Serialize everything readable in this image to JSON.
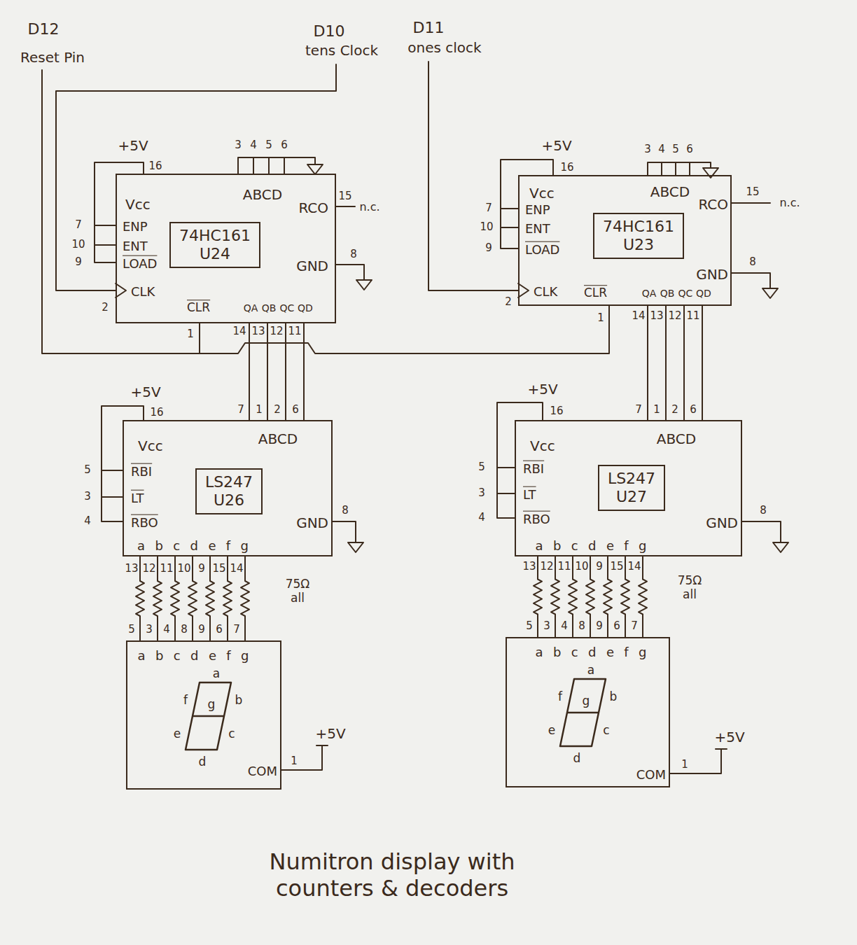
{
  "diagram": {
    "caption": "Numitron display with counters & decoders",
    "nodes": [
      {
        "text": [
          "Vcc",
          "ENP",
          "ENT",
          "LOAD",
          "CLK",
          "ABCD",
          "RCO",
          "GND",
          "CLR",
          "QA",
          "QB",
          "QC",
          "QD"
        ]
      },
      {
        "text": [
          "74HC161",
          "U24"
        ],
        "in": 0
      },
      {
        "text": [
          "Vcc",
          "ENP",
          "ENT",
          "LOAD",
          "CLK",
          "ABCD",
          "RCO",
          "GND",
          "CLR",
          "QA",
          "QB",
          "QC",
          "QD"
        ]
      },
      {
        "text": [
          "74HC161",
          "U23"
        ],
        "in": 2
      },
      {
        "text": [
          "Vcc",
          "RBI",
          "LT",
          "RBO",
          "ABCD",
          "GND",
          "abcdefg"
        ]
      },
      {
        "text": [
          "LS247",
          "U26"
        ],
        "in": 4
      },
      {
        "text": [
          "Vcc",
          "RBI",
          "LT",
          "RBO",
          "ABCD",
          "GND",
          "abcdefg"
        ]
      },
      {
        "text": [
          "LS247",
          "U27"
        ],
        "in": 6
      },
      {
        "text": [
          "abcdefg",
          "a",
          "f",
          "b",
          "g",
          "e",
          "c",
          "d",
          "COM"
        ]
      },
      {
        "text": [
          "abcdefg",
          "a",
          "f",
          "b",
          "g",
          "e",
          "c",
          "d",
          "COM"
        ]
      }
    ],
    "edges": [
      {
        "from": 0,
        "to": 4,
        "arrow": "none"
      },
      {
        "from": 0,
        "to": 4,
        "arrow": "none"
      },
      {
        "from": 0,
        "to": 4,
        "arrow": "none"
      },
      {
        "from": 0,
        "to": 4,
        "arrow": "none"
      },
      {
        "from": 2,
        "to": 6,
        "arrow": "none"
      },
      {
        "from": 2,
        "to": 6,
        "arrow": "none"
      },
      {
        "from": 2,
        "to": 6,
        "arrow": "none"
      },
      {
        "from": 2,
        "to": 6,
        "arrow": "none"
      },
      {
        "from": 4,
        "to": 8,
        "arrow": "none"
      },
      {
        "from": 4,
        "to": 8,
        "arrow": "none"
      },
      {
        "from": 4,
        "to": 8,
        "arrow": "none"
      },
      {
        "from": 4,
        "to": 8,
        "arrow": "none"
      },
      {
        "from": 4,
        "to": 8,
        "arrow": "none"
      },
      {
        "from": 4,
        "to": 8,
        "arrow": "none"
      },
      {
        "from": 4,
        "to": 8,
        "arrow": "none"
      },
      {
        "from": 6,
        "to": 9,
        "arrow": "none"
      },
      {
        "from": 6,
        "to": 9,
        "arrow": "none"
      },
      {
        "from": 6,
        "to": 9,
        "arrow": "none"
      },
      {
        "from": 6,
        "to": 9,
        "arrow": "none"
      },
      {
        "from": 6,
        "to": 9,
        "arrow": "none"
      },
      {
        "from": 6,
        "to": 9,
        "arrow": "none"
      },
      {
        "from": 6,
        "to": 9,
        "arrow": "none"
      }
    ],
    "labels": [
      "D12",
      "Reset Pin",
      "D10",
      "tens Clock",
      "D11",
      "ones clock",
      "+5V",
      "16",
      "3",
      "4",
      "5",
      "6",
      "15",
      "n.c.",
      "7",
      "10",
      "9",
      "2",
      "8",
      "1",
      "14",
      "13",
      "12",
      "11",
      "+5V",
      "16",
      "3",
      "4",
      "5",
      "6",
      "15",
      "n.c.",
      "7",
      "10",
      "9",
      "2",
      "8",
      "1",
      "14",
      "13",
      "12",
      "11",
      "7",
      "1",
      "2",
      "6",
      "7",
      "1",
      "2",
      "6",
      "+5V",
      "16",
      "5",
      "3",
      "4",
      "8",
      "13",
      "12",
      "11",
      "10",
      "9",
      "15",
      "14",
      "5",
      "3",
      "4",
      "8",
      "9",
      "6",
      "7",
      "75Ω all",
      "+5V",
      "16",
      "5",
      "3",
      "4",
      "8",
      "13",
      "12",
      "11",
      "10",
      "9",
      "15",
      "14",
      "5",
      "3",
      "4",
      "8",
      "9",
      "6",
      "7",
      "75Ω all",
      "1",
      "+5V",
      "1",
      "+5V"
    ]
  }
}
